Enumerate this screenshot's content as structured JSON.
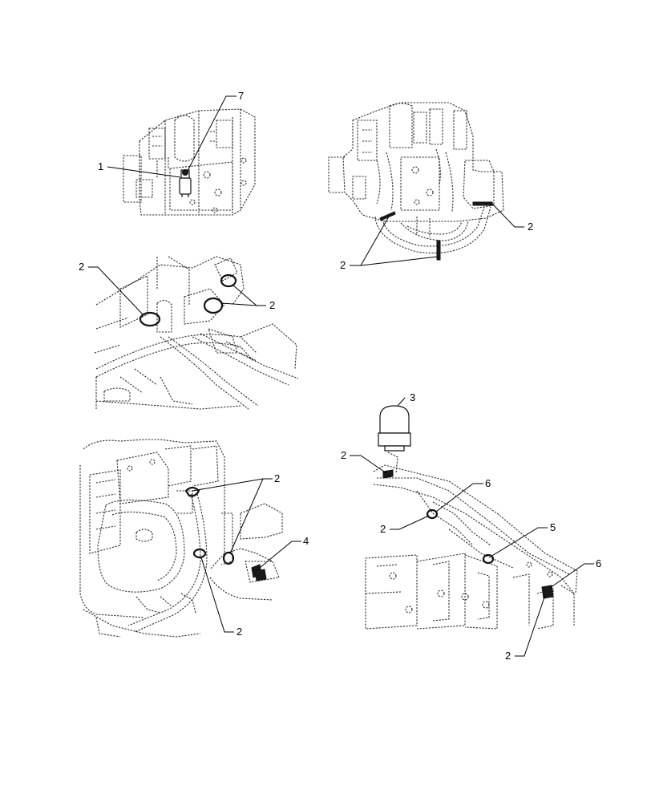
{
  "callouts": {
    "p1_item7": "7",
    "p1_item1": "1",
    "p2_item2_right": "2",
    "p2_item2_left": "2",
    "p3_item2_left": "2",
    "p3_item2_right": "2",
    "p4_item2_top": "2",
    "p4_item4": "4",
    "p4_item2_bottom": "2",
    "p5_item3": "3",
    "p5_item2_top": "2",
    "p5_item6_upper": "6",
    "p5_item2_mid": "2",
    "p5_item5": "5",
    "p5_item6_lower": "6",
    "p5_item2_bottom": "2"
  }
}
